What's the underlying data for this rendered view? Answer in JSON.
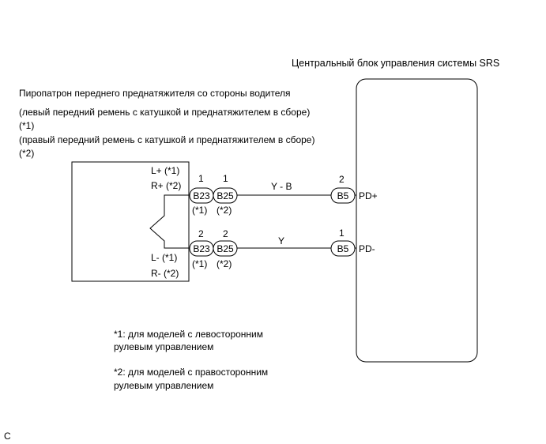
{
  "ecu": {
    "title": "Центральный блок управления системы SRS",
    "pins": {
      "plus": "PD+",
      "minus": "PD-"
    }
  },
  "pretensioner": {
    "title": "Пиропатрон переднего преднатяжителя со стороны водителя",
    "lhd_line": "(левый передний ремень с катушкой и преднатяжителем в сборе)",
    "lhd_mark": "(*1)",
    "rhd_line": "(правый передний ремень с катушкой и преднатяжителем в сборе)",
    "rhd_mark": "(*2)",
    "pins": {
      "l_plus": "L+ (*1)",
      "r_plus": "R+ (*2)",
      "l_minus": "L- (*1)",
      "r_minus": "R- (*2)"
    }
  },
  "connectors": {
    "b23": "B23",
    "b25": "B25",
    "b5": "B5",
    "mark1": "(*1)",
    "mark2": "(*2)",
    "pin1": "1",
    "pin2": "2"
  },
  "wires": {
    "top": "Y - B",
    "bottom": "Y"
  },
  "notes": {
    "n1_line1": "*1: для моделей с левосторонним",
    "n1_line2": "рулевым управлением",
    "n2_line1": "*2: для моделей с правосторонним",
    "n2_line2": "рулевым управлением"
  },
  "corner_label": "C"
}
